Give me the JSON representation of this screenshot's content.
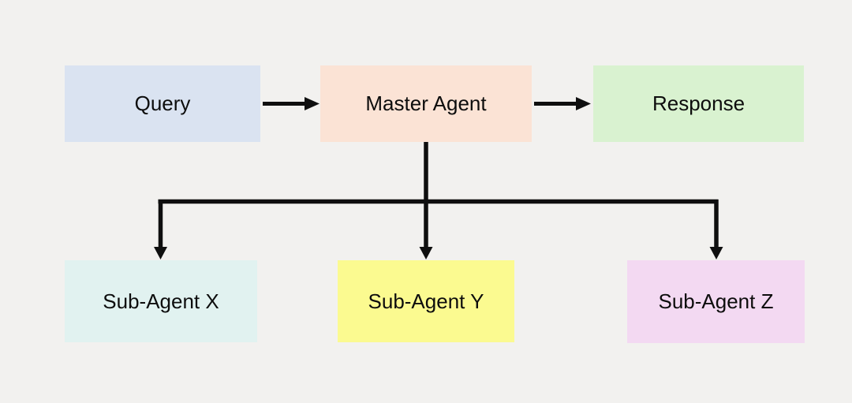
{
  "diagram": {
    "background": "#f2f1ef",
    "arrow_color": "#0f0f0f",
    "text_color": "#0d0d0d",
    "nodes": {
      "query": {
        "label": "Query",
        "fill": "#dae3f1"
      },
      "master": {
        "label": "Master Agent",
        "fill": "#fbe3d5"
      },
      "response": {
        "label": "Response",
        "fill": "#d9f2d0"
      },
      "sub_x": {
        "label": "Sub-Agent X",
        "fill": "#e1f2f0"
      },
      "sub_y": {
        "label": "Sub-Agent Y",
        "fill": "#fbfa90"
      },
      "sub_z": {
        "label": "Sub-Agent Z",
        "fill": "#f3d9f2"
      }
    },
    "edges": [
      {
        "from": "query",
        "to": "master"
      },
      {
        "from": "master",
        "to": "response"
      },
      {
        "from": "master",
        "to": "sub_x"
      },
      {
        "from": "master",
        "to": "sub_y"
      },
      {
        "from": "master",
        "to": "sub_z"
      }
    ]
  }
}
